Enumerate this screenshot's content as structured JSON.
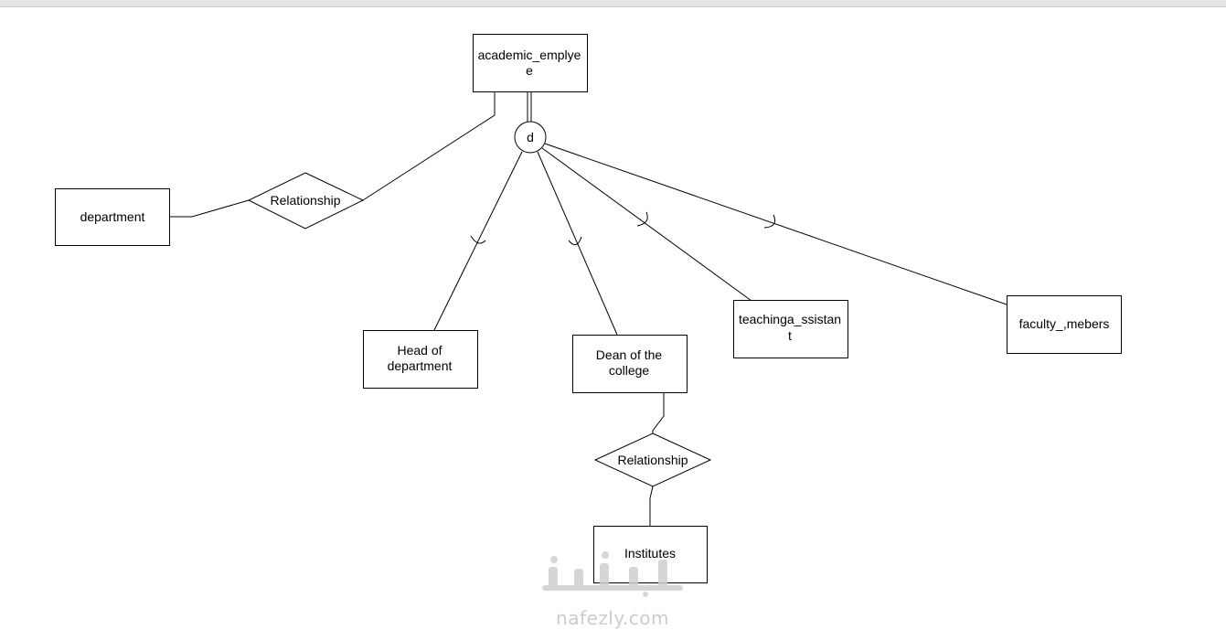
{
  "diagram": {
    "entities": {
      "academic_employee": [
        "academic_emplye",
        "e"
      ],
      "department": [
        "department"
      ],
      "head_of_department": [
        "Head of",
        "department"
      ],
      "dean_of_the_college": [
        "Dean of the",
        "college"
      ],
      "teaching_assistant": [
        "teachinga_ssistan",
        "t"
      ],
      "faculty_members": [
        "faculty_,mebers"
      ],
      "institutes": [
        "Institutes"
      ]
    },
    "relationships": {
      "employee_department": "Relationship",
      "dean_institutes": "Relationship"
    },
    "disjoint_marker": "d"
  },
  "watermark": {
    "logo_text": "نفذلي",
    "site": "nafezly.com"
  }
}
